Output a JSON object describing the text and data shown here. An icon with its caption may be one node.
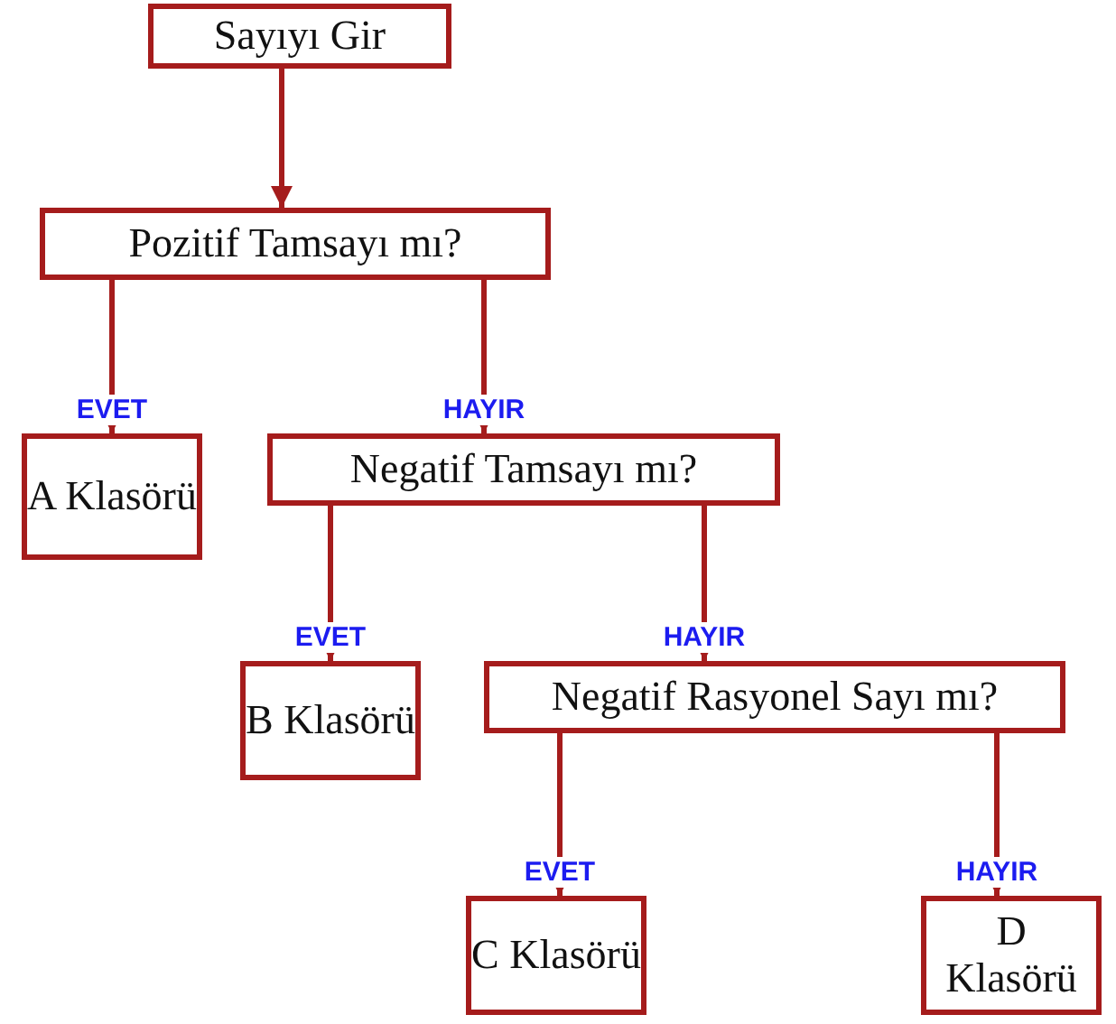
{
  "diagram": {
    "nodes": [
      {
        "text": [
          "Sayıyı Gir"
        ]
      },
      {
        "text": [
          "Pozitif Tamsayı mı?"
        ]
      },
      {
        "text": [
          "A Klasörü"
        ]
      },
      {
        "text": [
          "Negatif Tamsayı mı?"
        ]
      },
      {
        "text": [
          "B Klasörü"
        ]
      },
      {
        "text": [
          "Negatif Rasyonel Sayı mı?"
        ]
      },
      {
        "text": [
          "C Klasörü"
        ]
      },
      {
        "text": [
          "D Klasörü"
        ]
      }
    ],
    "edges": [
      {
        "from": 0,
        "to": 1,
        "arrow": "to"
      },
      {
        "from": 1,
        "to": 2,
        "arrow": "to",
        "label": "EVET"
      },
      {
        "from": 1,
        "to": 3,
        "arrow": "to",
        "label": "HAYIR"
      },
      {
        "from": 3,
        "to": 4,
        "arrow": "to",
        "label": "EVET"
      },
      {
        "from": 3,
        "to": 5,
        "arrow": "to",
        "label": "HAYIR"
      },
      {
        "from": 5,
        "to": 6,
        "arrow": "to",
        "label": "EVET"
      },
      {
        "from": 5,
        "to": 7,
        "arrow": "to",
        "label": "HAYIR"
      }
    ]
  }
}
